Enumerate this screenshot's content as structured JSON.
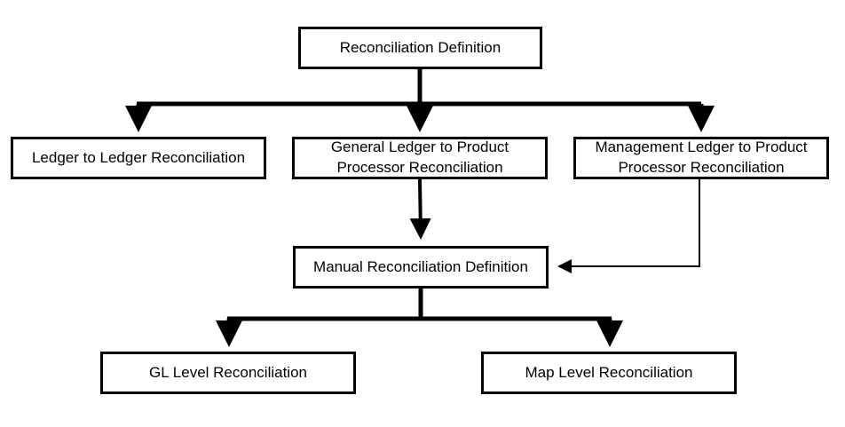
{
  "nodes": {
    "root": "Reconciliation Definition",
    "ledger_to_ledger": "Ledger to Ledger Reconciliation",
    "general_ledger": [
      "General Ledger to Product",
      "Processor Reconciliation"
    ],
    "management_ledger": [
      "Management Ledger to Product",
      "Processor Reconciliation"
    ],
    "manual": "Manual Reconciliation Definition",
    "gl_level": "GL Level Reconciliation",
    "map_level": "Map Level Reconciliation"
  },
  "edges": [
    {
      "from": "root",
      "to": "ledger_to_ledger"
    },
    {
      "from": "root",
      "to": "general_ledger"
    },
    {
      "from": "root",
      "to": "management_ledger"
    },
    {
      "from": "general_ledger",
      "to": "manual"
    },
    {
      "from": "management_ledger",
      "to": "manual"
    },
    {
      "from": "manual",
      "to": "gl_level"
    },
    {
      "from": "manual",
      "to": "map_level"
    }
  ],
  "colors": {
    "line": "#000000",
    "box_border": "#000000",
    "box_fill": "#ffffff",
    "text": "#000000"
  }
}
